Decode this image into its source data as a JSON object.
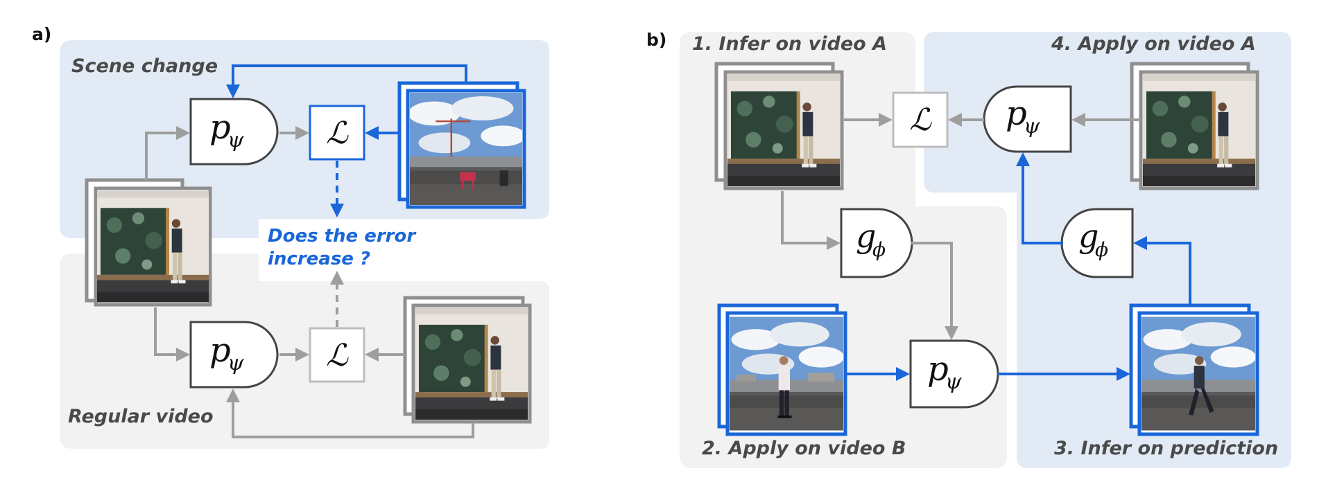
{
  "panel_a": {
    "letter": "a)",
    "scene_change_label": "Scene change",
    "regular_video_label": "Regular video",
    "question_line1": "Does the error",
    "question_line2": "increase ?",
    "predictor_symbol": "p",
    "predictor_subscript": "ψ",
    "loss_symbol": "ℒ"
  },
  "panel_b": {
    "letter": "b)",
    "step1": "1. Infer on video A",
    "step2": "2. Apply on video B",
    "step3": "3. Infer on prediction",
    "step4": "4. Apply on video A",
    "predictor_symbol": "p",
    "predictor_subscript": "ψ",
    "generator_symbol": "g",
    "generator_subscript": "ϕ",
    "loss_symbol": "ℒ"
  },
  "colors": {
    "blue": "#1a66d9",
    "gray_arrow": "#9e9e9e",
    "blue_region": "#e2ebf5",
    "gray_region": "#f2f2f2"
  }
}
